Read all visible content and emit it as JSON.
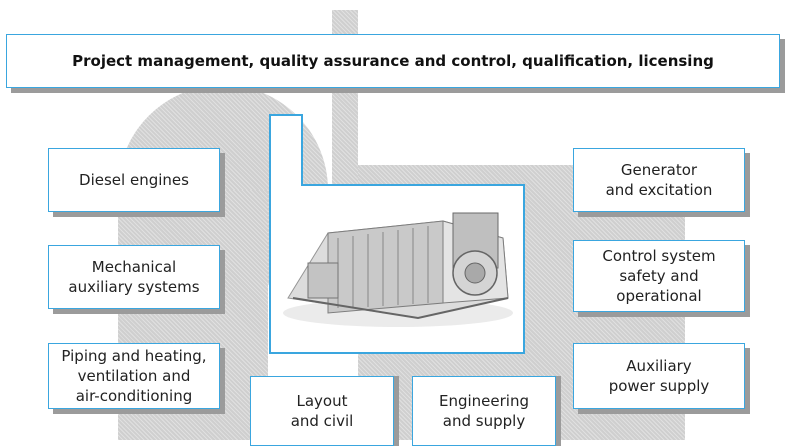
{
  "header": {
    "title": "Project management, quality assurance and control, qualification, licensing"
  },
  "left_boxes": [
    {
      "label": "Diesel engines"
    },
    {
      "label": "Mechanical\nauxiliary systems"
    },
    {
      "label": "Piping and heating,\nventilation and\nair-conditioning"
    }
  ],
  "right_boxes": [
    {
      "label": "Generator\nand excitation"
    },
    {
      "label": "Control system\nsafety and\noperational"
    },
    {
      "label": "Auxiliary\npower supply"
    }
  ],
  "bottom_boxes": [
    {
      "label": "Layout\nand civil"
    },
    {
      "label": "Engineering\nand supply"
    }
  ],
  "colors": {
    "border": "#3aa6df",
    "shadow": "#9b9b9b",
    "background_pattern": "#cfcfcf"
  },
  "center_image": {
    "icon": "diesel-generator-illustration"
  }
}
